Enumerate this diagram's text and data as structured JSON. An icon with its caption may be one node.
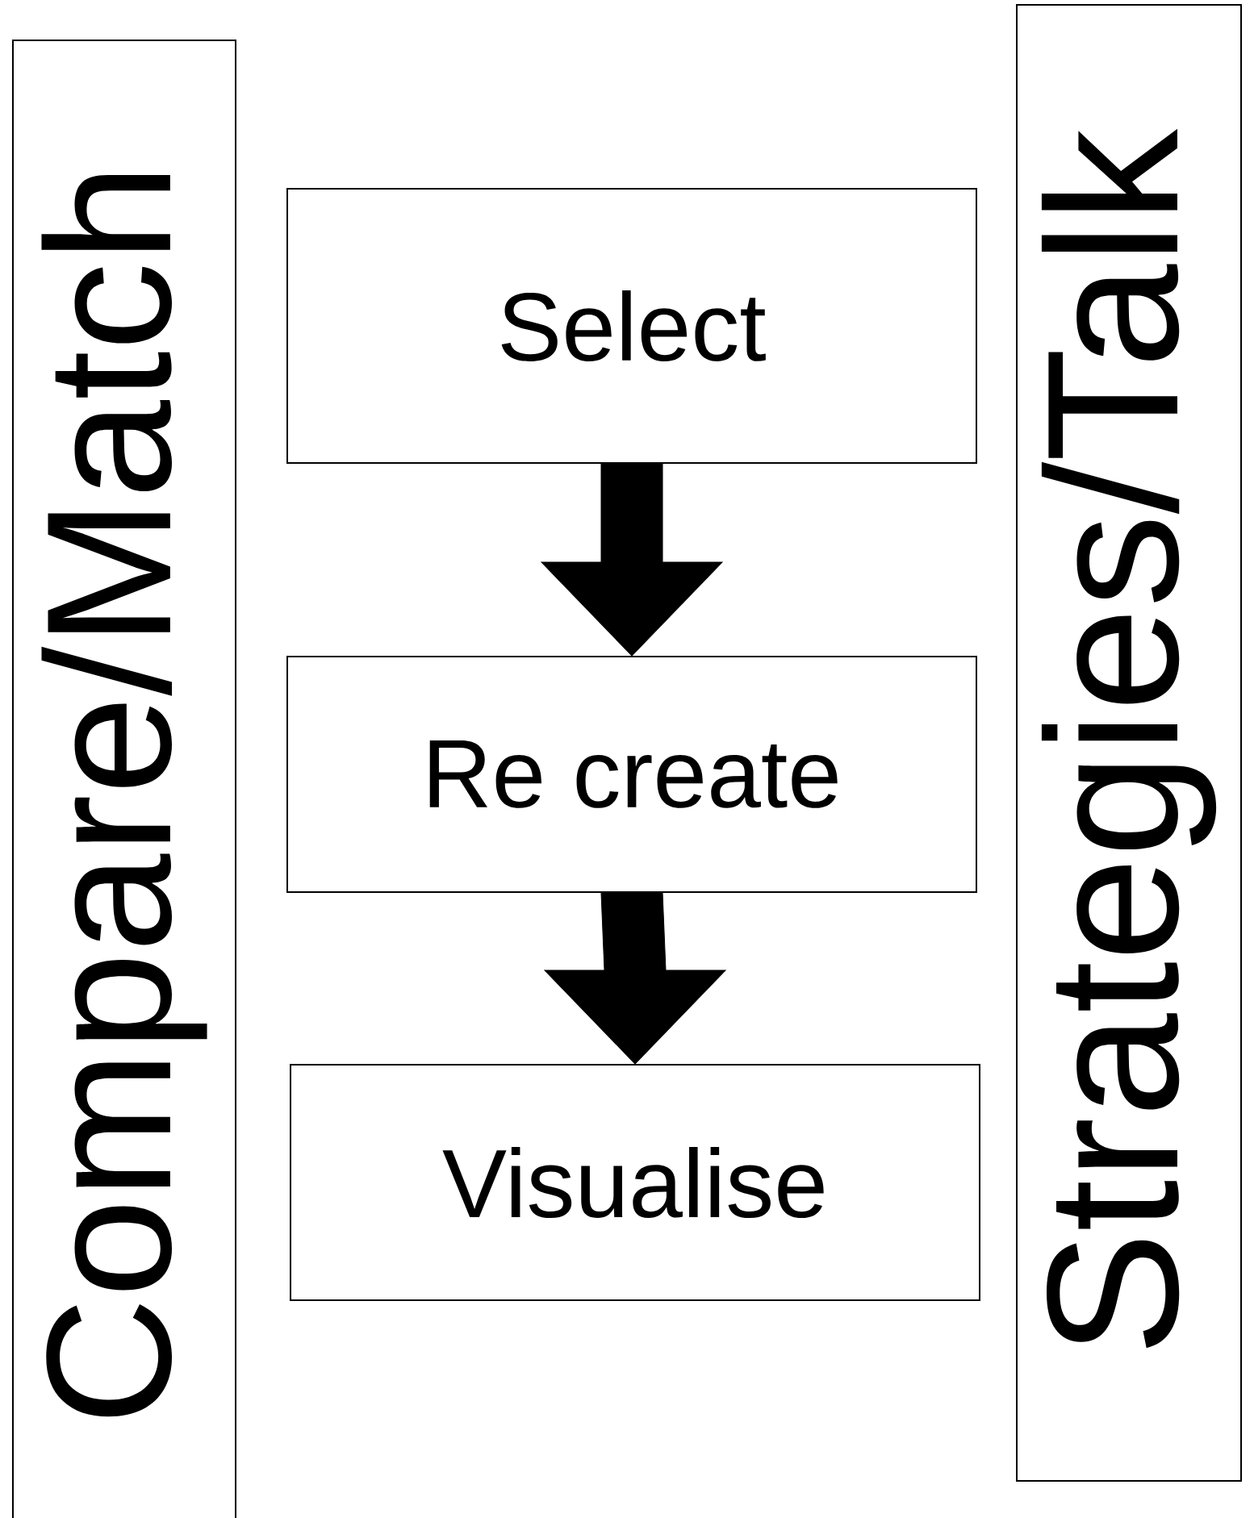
{
  "diagram": {
    "nodes": [
      {
        "text": [
          "Compare/Match"
        ]
      },
      {
        "text": [
          "Select"
        ]
      },
      {
        "text": [
          "Re create"
        ]
      },
      {
        "text": [
          "Visualise"
        ]
      },
      {
        "text": [
          "Strategies/Talk"
        ]
      }
    ],
    "edges": [
      {
        "from": 1,
        "to": 2,
        "arrow": "to"
      },
      {
        "from": 2,
        "to": 3,
        "arrow": "to"
      }
    ]
  }
}
